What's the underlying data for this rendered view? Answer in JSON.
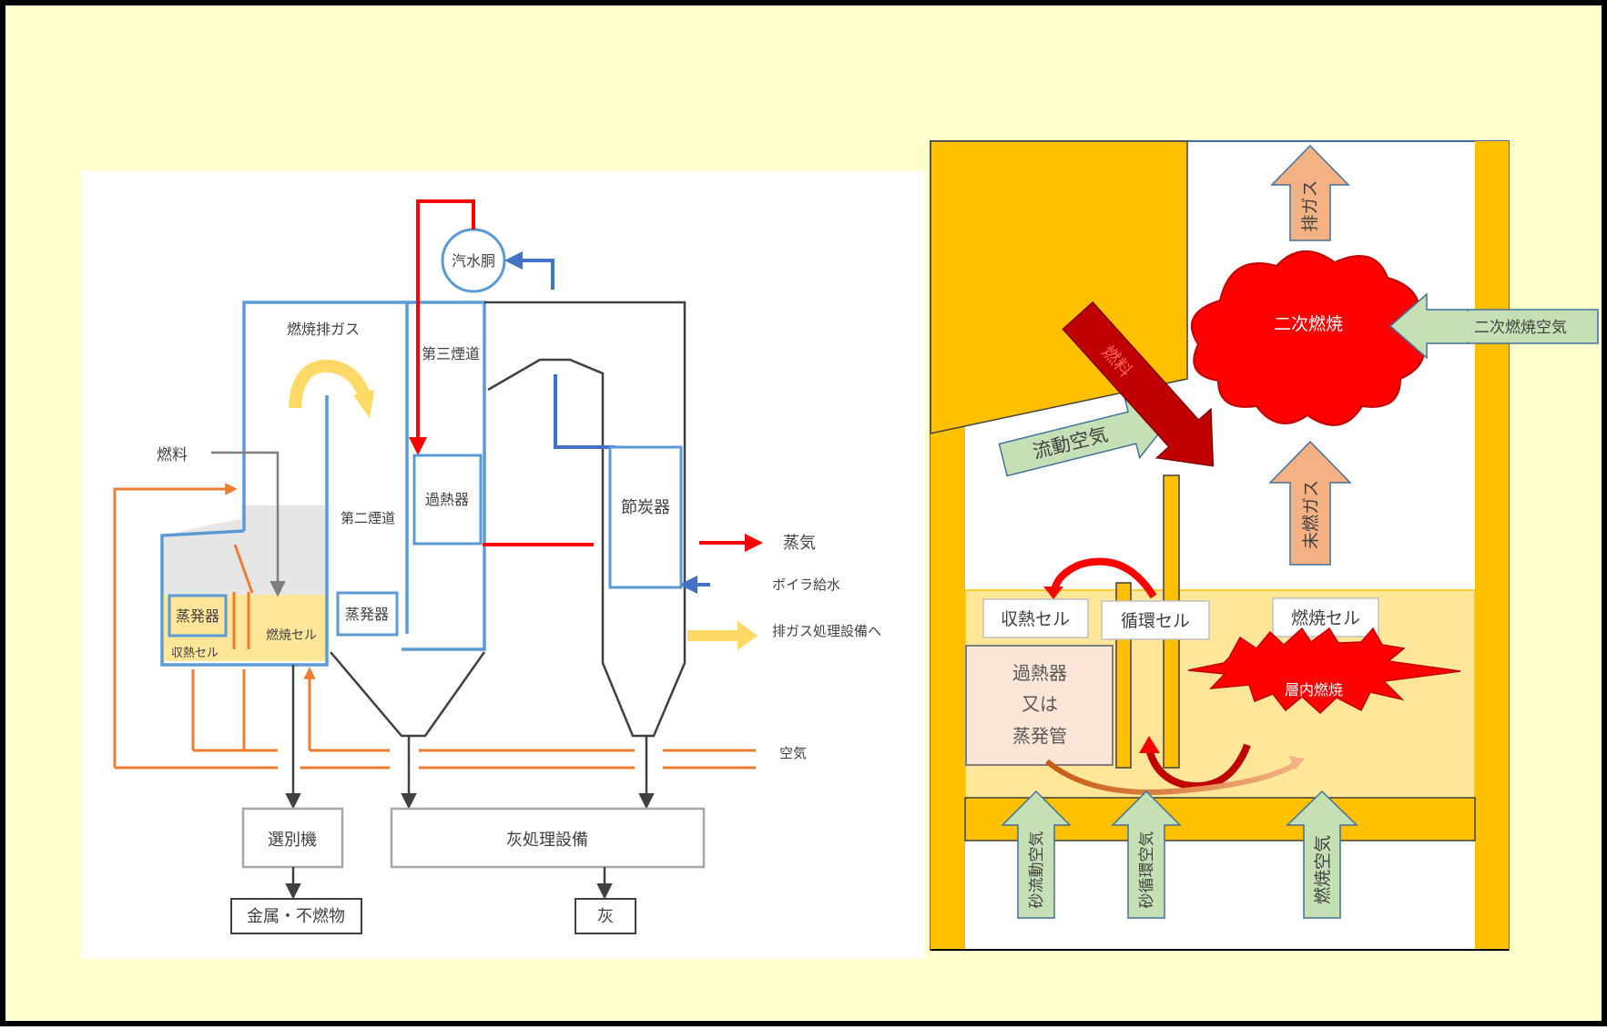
{
  "colors": {
    "background": "#FFFFCC",
    "gold": "#FFC000",
    "pale_yellow": "#FFE699",
    "red": "#FF0000",
    "dark_red": "#C00000",
    "blue": "#4472C4",
    "light_blue": "#5B9BD5",
    "orange": "#ED7D31",
    "yellow_arrow": "#FFD966",
    "green_arrow": "#C5E0B4",
    "salmon_arrow": "#F4B183",
    "gray_area": "#E7E6E6",
    "dark_gray": "#404040"
  },
  "left": {
    "drum": "汽水胴",
    "flue_gas": "燃焼排ガス",
    "third_flue": "第三煙道",
    "second_flue": "第二煙道",
    "fuel": "燃料",
    "superheater": "過熱器",
    "economizer": "節炭器",
    "evaporator_main": "蒸発器",
    "evaporator_small": "蒸発器",
    "heat_recovery_cell": "収熱セル",
    "combustion_cell": "燃焼セル",
    "separator": "選別機",
    "metal_waste": "金属・不燃物",
    "ash_facility": "灰処理設備",
    "ash": "灰",
    "legend": {
      "steam": "蒸気",
      "feed_water": "ボイラ給水",
      "exhaust": "排ガス処理設備へ",
      "air": "空気"
    }
  },
  "right": {
    "exhaust_gas": "排ガス",
    "secondary_combustion": "二次燃焼",
    "secondary_air": "二次燃焼空気",
    "fuel": "燃料",
    "fluidizing_air": "流動空気",
    "unburned_gas": "未燃ガス",
    "heat_recovery_cell": "収熱セル",
    "circulation_cell": "循環セル",
    "combustion_cell": "燃焼セル",
    "superheater_lines": [
      "過熱器",
      "又は",
      "蒸発管"
    ],
    "bed_combustion": "層内燃焼",
    "sand_fluid_air": "砂流動空気",
    "sand_circ_air": "砂循環空気",
    "combustion_air": "燃焼空気"
  }
}
